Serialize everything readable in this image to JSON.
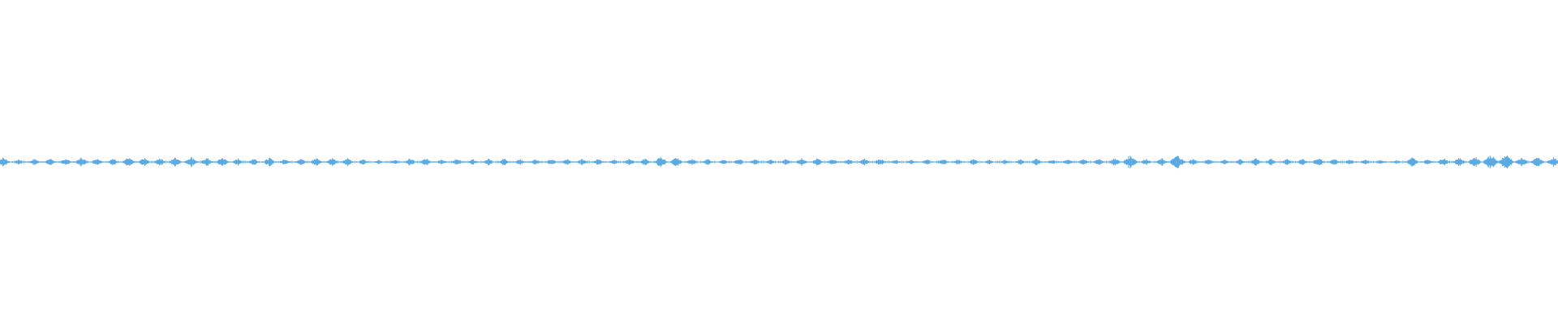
{
  "colors": {
    "background": "#ffffff",
    "waveform": "#5aaae4"
  },
  "waveform": {
    "burst_peaks": [
      0.3,
      0.18,
      0.22,
      0.24,
      0.24,
      0.3,
      0.26,
      0.22,
      0.3,
      0.26,
      0.28,
      0.32,
      0.34,
      0.28,
      0.3,
      0.24,
      0.24,
      0.28,
      0.22,
      0.24,
      0.28,
      0.28,
      0.26,
      0.2,
      0.16,
      0.16,
      0.24,
      0.24,
      0.2,
      0.22,
      0.18,
      0.22,
      0.24,
      0.2,
      0.18,
      0.22,
      0.2,
      0.22,
      0.22,
      0.16,
      0.24,
      0.24,
      0.34,
      0.3,
      0.24,
      0.2,
      0.16,
      0.22,
      0.2,
      0.18,
      0.2,
      0.26,
      0.24,
      0.22,
      0.2,
      0.22,
      0.24,
      0.16,
      0.16,
      0.2,
      0.22,
      0.18,
      0.22,
      0.16,
      0.16,
      0.2,
      0.22,
      0.16,
      0.2,
      0.22,
      0.24,
      0.26,
      0.44,
      0.22,
      0.24,
      0.46,
      0.22,
      0.2,
      0.18,
      0.2,
      0.24,
      0.22,
      0.2,
      0.22,
      0.28,
      0.22,
      0.2,
      0.18,
      0.16,
      0.14,
      0.3,
      0.2,
      0.28,
      0.3,
      0.36,
      0.46,
      0.48,
      0.3,
      0.34,
      0.3
    ]
  }
}
